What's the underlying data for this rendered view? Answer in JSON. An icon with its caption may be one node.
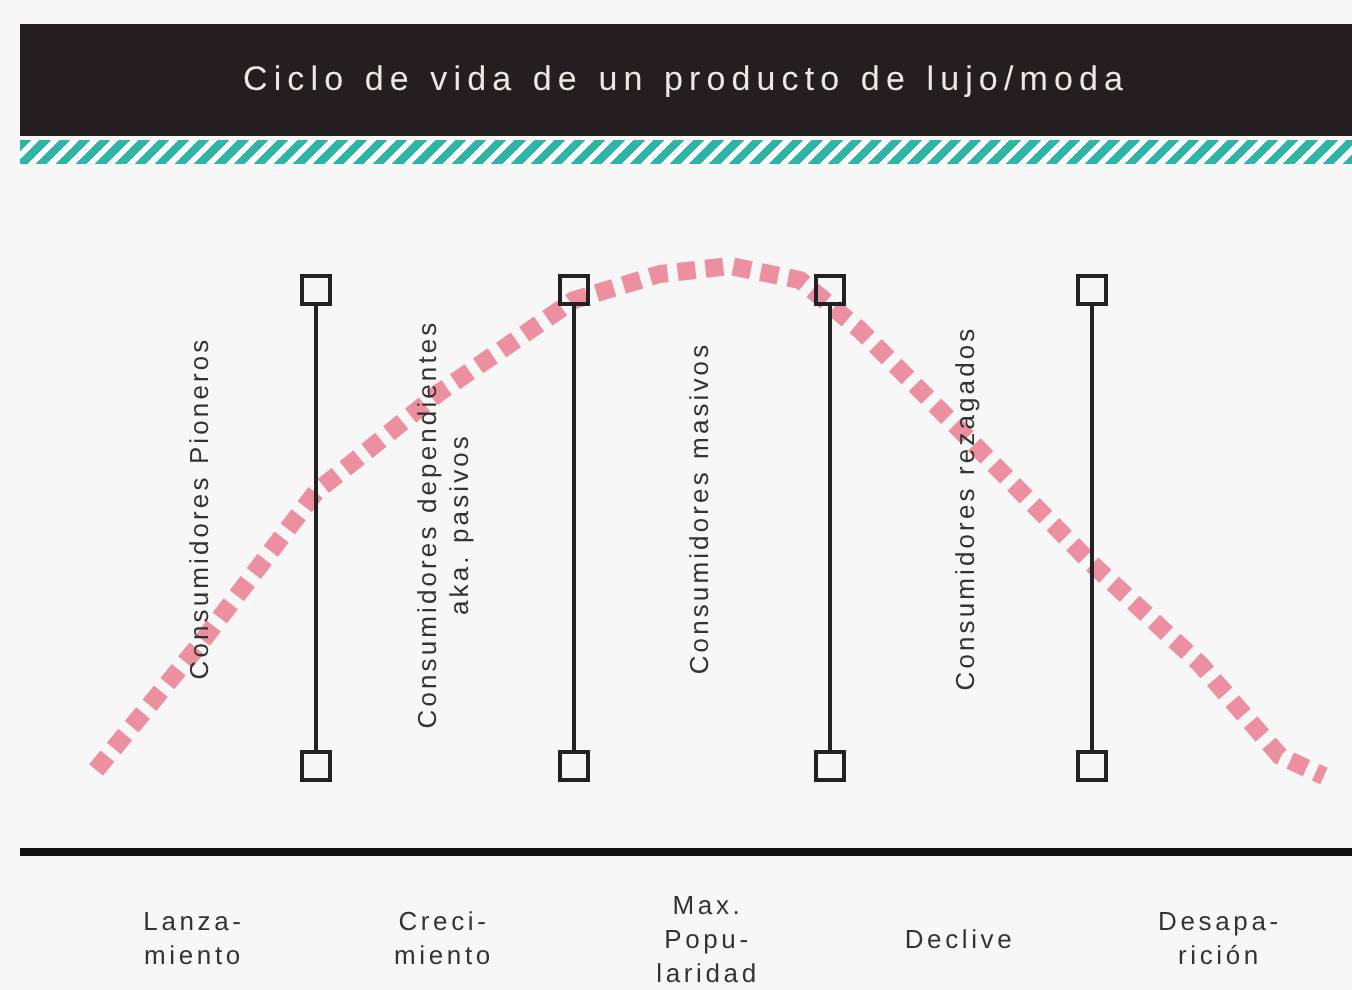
{
  "diagram": {
    "title": "Ciclo de vida de un producto de lujo/moda",
    "labels": [
      "Consumidores Pioneros",
      "Consumidores dependientes aka. pasivos",
      "Consumidores masivos",
      "Consumidores rezagados",
      "Lanza- miento",
      "Creci- miento",
      "Max. Popu- laridad",
      "Declive",
      "Desapa- rición"
    ]
  }
}
